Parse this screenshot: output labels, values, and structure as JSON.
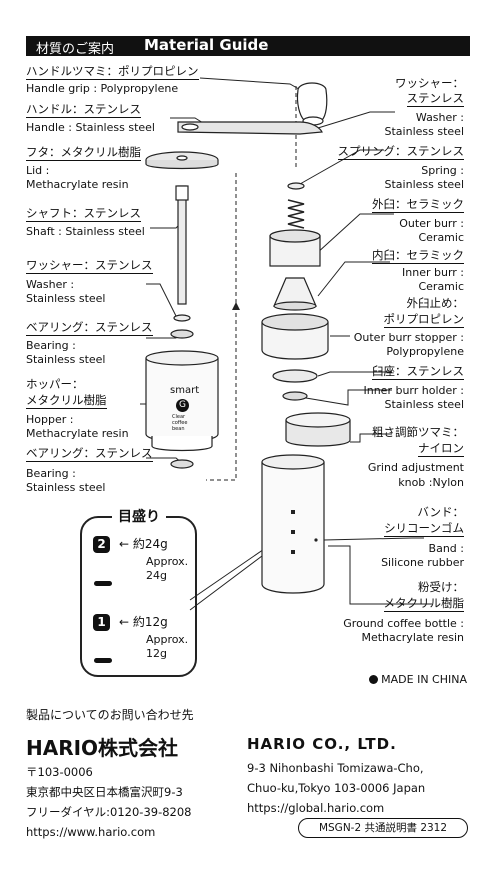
{
  "header": {
    "jp": "材質のご案内",
    "en": "Material Guide"
  },
  "left_labels": [
    {
      "id": "handle-grip",
      "jp": "ハンドルツマミ：ポリプロピレン",
      "en": "Handle grip : Polypropylene"
    },
    {
      "id": "handle",
      "jp": "ハンドル：ステンレス",
      "en": "Handle : Stainless steel"
    },
    {
      "id": "lid",
      "jp": "フタ：メタクリル樹脂",
      "en": [
        "Lid :",
        "Methacrylate resin"
      ]
    },
    {
      "id": "shaft",
      "jp": "シャフト：ステンレス",
      "en": "Shaft : Stainless steel"
    },
    {
      "id": "washer",
      "jp": "ワッシャー：ステンレス",
      "en": [
        "Washer :",
        "Stainless steel"
      ]
    },
    {
      "id": "bearing-1",
      "jp": "ベアリング：ステンレス",
      "en": [
        "Bearing :",
        "Stainless steel"
      ]
    },
    {
      "id": "hopper",
      "jp": [
        "ホッパー：",
        "メタクリル樹脂"
      ],
      "en": [
        "Hopper :",
        "Methacrylate resin"
      ]
    },
    {
      "id": "bearing-2",
      "jp": "ベアリング：ステンレス",
      "en": [
        "Bearing :",
        "Stainless steel"
      ]
    }
  ],
  "right_labels": [
    {
      "id": "washer-r",
      "jp": [
        "ワッシャー：",
        "ステンレス"
      ],
      "en": [
        "Washer :",
        "Stainless steel"
      ]
    },
    {
      "id": "spring",
      "jp": "スプリング：ステンレス",
      "en": [
        "Spring :",
        "Stainless steel"
      ]
    },
    {
      "id": "outer-burr",
      "jp": "外臼：セラミック",
      "en": [
        "Outer burr :",
        "Ceramic"
      ]
    },
    {
      "id": "inner-burr",
      "jp": "内臼：セラミック",
      "en": [
        "Inner burr :",
        "Ceramic"
      ]
    },
    {
      "id": "outer-burr-stopper",
      "jp": [
        "外臼止め：",
        "ポリプロピレン"
      ],
      "en": [
        "Outer burr stopper :",
        "Polypropylene"
      ]
    },
    {
      "id": "inner-burr-holder",
      "jp": "臼座：ステンレス",
      "en": [
        "Inner burr holder :",
        "Stainless steel"
      ]
    },
    {
      "id": "grind-knob",
      "jp": [
        "粗さ調節ツマミ：",
        "ナイロン"
      ],
      "en": [
        "Grind adjustment",
        "knob :Nylon"
      ]
    },
    {
      "id": "band",
      "jp": [
        "バンド：",
        "シリコーンゴム"
      ],
      "en": [
        "Band :",
        "Silicone rubber"
      ]
    },
    {
      "id": "bottle",
      "jp": [
        "粉受け：",
        "メタクリル樹脂"
      ],
      "en": [
        "Ground coffee bottle :",
        "Methacrylate resin"
      ]
    }
  ],
  "hopper_print": {
    "brand": "smart",
    "letter": "G",
    "sub": "Clear coffee bean"
  },
  "guide": {
    "title": "目盛り",
    "marks": [
      {
        "num": "2",
        "jp": "約24g",
        "en1": "Approx.",
        "en2": "24g"
      },
      {
        "num": "1",
        "jp": "約12g",
        "en1": "Approx.",
        "en2": "12g"
      }
    ]
  },
  "made_in": "MADE IN CHINA",
  "contact": {
    "heading": "製品についてのお問い合わせ先",
    "company_jp": "HARIO株式会社",
    "company_en": "HARIO CO., LTD.",
    "jp_lines": [
      "〒103-0006",
      "東京都中央区日本橋富沢町9-3",
      "フリーダイヤル:0120-39-8208",
      "https://www.hario.com"
    ],
    "en_lines": [
      "9-3 Nihonbashi Tomizawa-Cho,",
      "Chuo-ku,Tokyo 103-0006 Japan",
      "https://global.hario.com"
    ]
  },
  "model_code": "MSGN-2 共通説明書 2312"
}
